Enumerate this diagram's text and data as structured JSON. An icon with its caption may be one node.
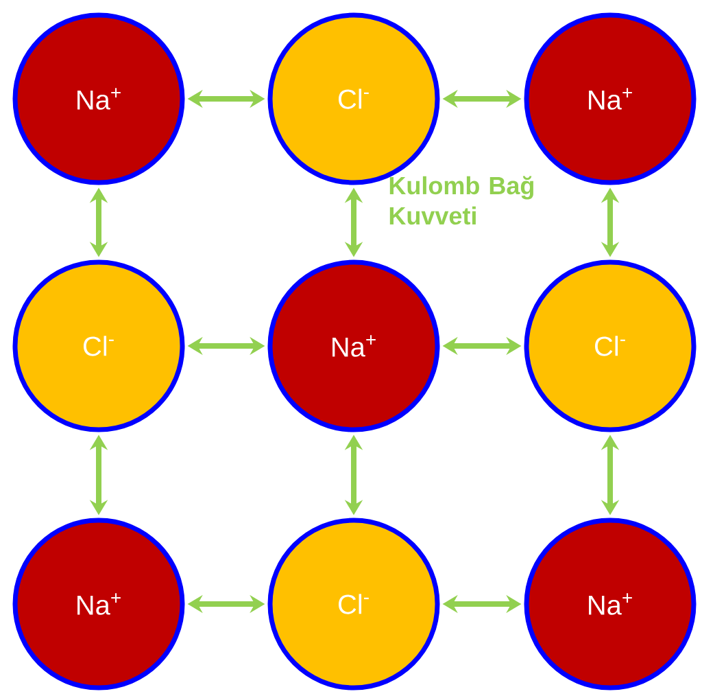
{
  "diagram": {
    "nodes": [
      {
        "text": [
          "Na$^{+}$"
        ]
      },
      {
        "text": [
          "Cl$^{-}$"
        ]
      },
      {
        "text": [
          "Na$^{+}$"
        ]
      },
      {
        "text": [
          "Cl$^{-}$"
        ]
      },
      {
        "text": [
          "Na$^{+}$"
        ]
      },
      {
        "text": [
          "Cl$^{-}$"
        ]
      },
      {
        "text": [
          "Na$^{+}$"
        ]
      },
      {
        "text": [
          "Cl$^{-}$"
        ]
      },
      {
        "text": [
          "Na$^{+}$"
        ]
      }
    ],
    "edges": [
      {
        "from": 0,
        "to": 1,
        "arrow": "both"
      },
      {
        "from": 1,
        "to": 2,
        "arrow": "both"
      },
      {
        "from": 0,
        "to": 3,
        "arrow": "both"
      },
      {
        "from": 1,
        "to": 4,
        "arrow": "both"
      },
      {
        "from": 2,
        "to": 5,
        "arrow": "both"
      },
      {
        "from": 3,
        "to": 4,
        "arrow": "both"
      },
      {
        "from": 4,
        "to": 5,
        "arrow": "both"
      },
      {
        "from": 3,
        "to": 6,
        "arrow": "both"
      },
      {
        "from": 4,
        "to": 7,
        "arrow": "both"
      },
      {
        "from": 5,
        "to": 8,
        "arrow": "both"
      },
      {
        "from": 6,
        "to": 7,
        "arrow": "both"
      },
      {
        "from": 7,
        "to": 8,
        "arrow": "both"
      }
    ],
    "labels": [
      "Kulomb Bağ Kuvveti"
    ]
  }
}
